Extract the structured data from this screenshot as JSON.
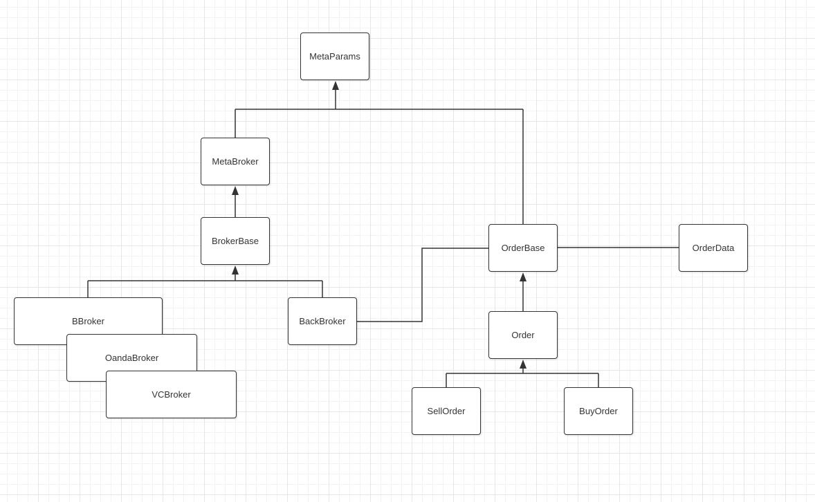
{
  "diagram": {
    "line_color": "#333333",
    "nodes": [
      {
        "id": "metaparams",
        "label": "MetaParams"
      },
      {
        "id": "metabroker",
        "label": "MetaBroker"
      },
      {
        "id": "brokerbase",
        "label": "BrokerBase"
      },
      {
        "id": "bbroker",
        "label": "BBroker"
      },
      {
        "id": "oandabroker",
        "label": "OandaBroker"
      },
      {
        "id": "vcbroker",
        "label": "VCBroker"
      },
      {
        "id": "backbroker",
        "label": "BackBroker"
      },
      {
        "id": "orderbase",
        "label": "OrderBase"
      },
      {
        "id": "orderdata",
        "label": "OrderData"
      },
      {
        "id": "order",
        "label": "Order"
      },
      {
        "id": "sellorder",
        "label": "SellOrder"
      },
      {
        "id": "buyorder",
        "label": "BuyOrder"
      }
    ],
    "edges": [
      {
        "from": "metabroker",
        "to": "metaparams",
        "type": "inheritance"
      },
      {
        "from": "orderbase",
        "to": "metaparams",
        "type": "inheritance"
      },
      {
        "from": "brokerbase",
        "to": "metabroker",
        "type": "inheritance"
      },
      {
        "from": "bbroker",
        "to": "brokerbase",
        "type": "inheritance"
      },
      {
        "from": "backbroker",
        "to": "brokerbase",
        "type": "inheritance"
      },
      {
        "from": "order",
        "to": "orderbase",
        "type": "inheritance"
      },
      {
        "from": "sellorder",
        "to": "order",
        "type": "inheritance"
      },
      {
        "from": "buyorder",
        "to": "order",
        "type": "inheritance"
      },
      {
        "from": "backbroker",
        "to": "orderbase",
        "type": "association"
      },
      {
        "from": "orderbase",
        "to": "orderdata",
        "type": "association"
      }
    ]
  }
}
